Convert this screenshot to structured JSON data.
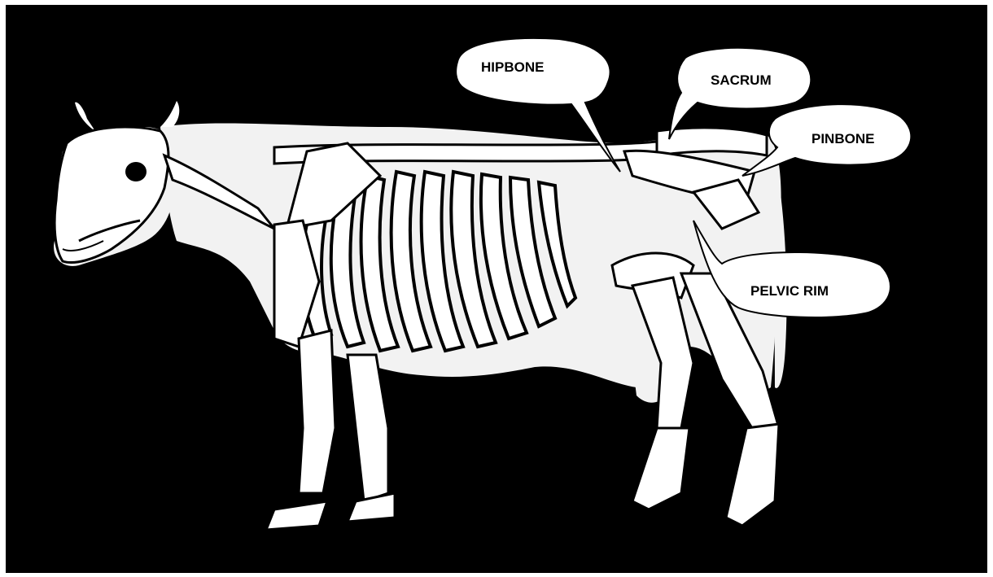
{
  "colors": {
    "background": "#000000",
    "figure": "#ffffff",
    "text": "#000000"
  },
  "callouts": [
    {
      "id": "hipbone",
      "label": "HIPBONE"
    },
    {
      "id": "sacrum",
      "label": "SACRUM"
    },
    {
      "id": "pinbone",
      "label": "PINBONE"
    },
    {
      "id": "pelvic_rim",
      "label": "PELVIC RIM"
    }
  ]
}
